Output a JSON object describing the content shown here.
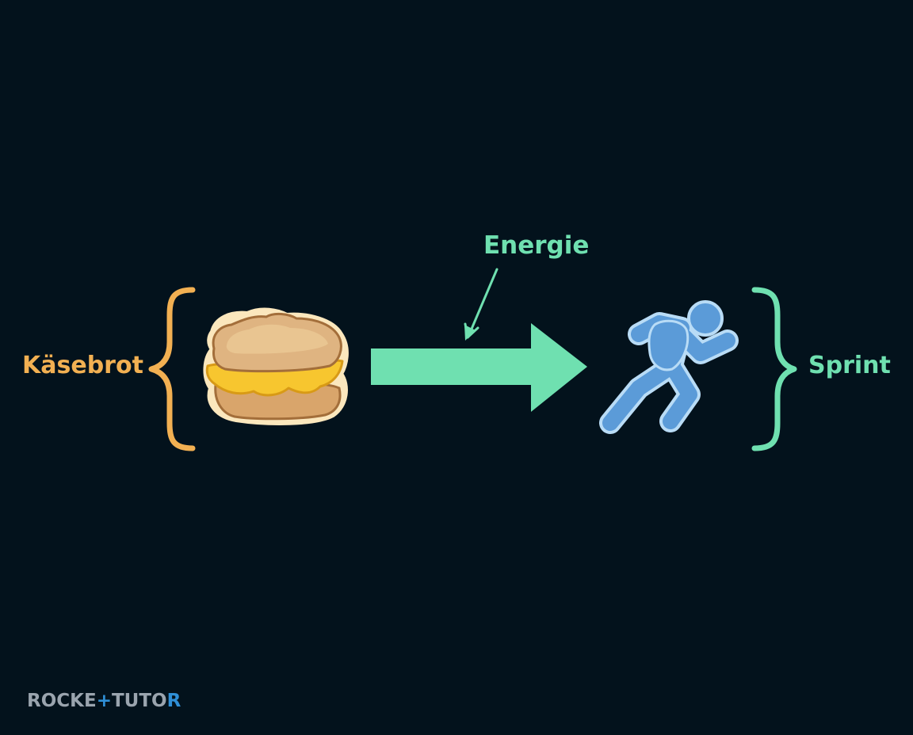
{
  "labels": {
    "food": "Käsebrot",
    "energy": "Energie",
    "activity": "Sprint"
  },
  "logo": {
    "part1": "ROCKE",
    "plus": "+",
    "part2": "TUTO",
    "part3": "R"
  },
  "icons": {
    "left": "sandwich-icon",
    "right": "running-person-icon"
  },
  "colors": {
    "background": "#03121c",
    "food": "#f2b052",
    "energy": "#6fe0b0",
    "runner": "#5b9bd8",
    "logo_grey": "#9aa4ae",
    "logo_blue": "#2f8fd6"
  }
}
